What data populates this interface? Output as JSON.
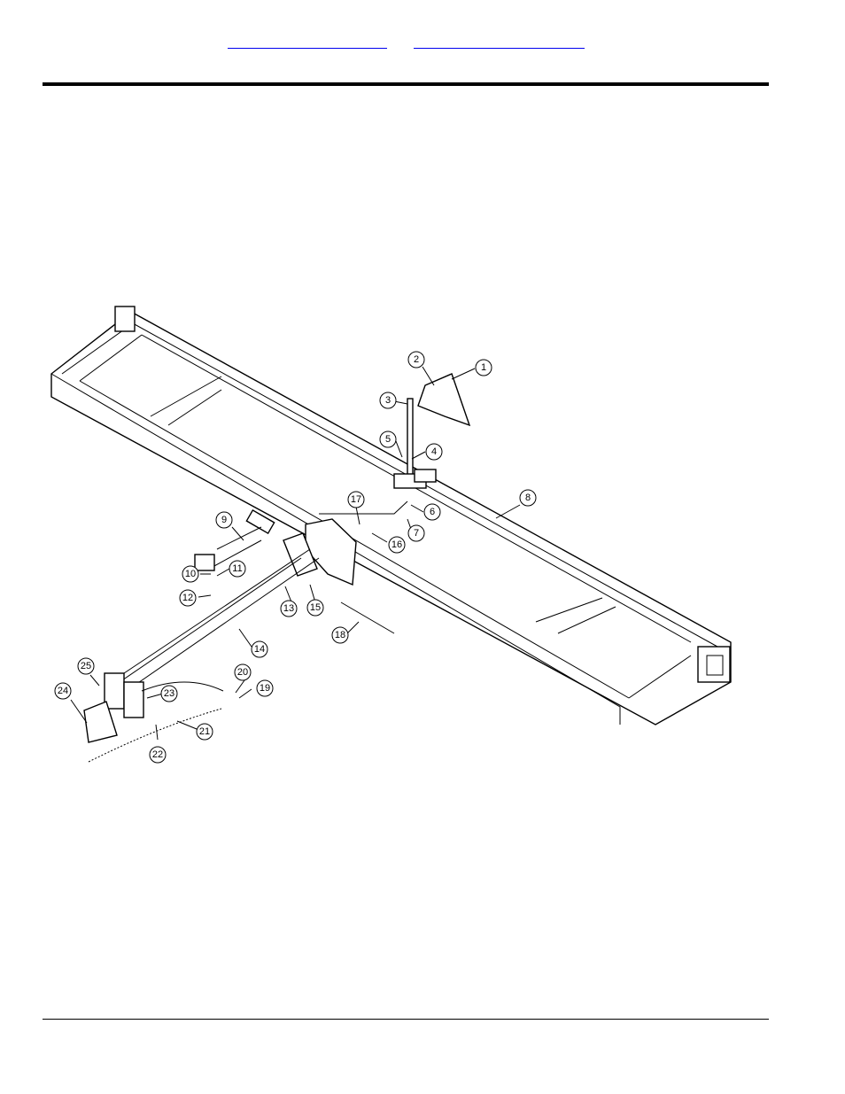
{
  "header": {
    "links": [
      {
        "label": ""
      },
      {
        "label": ""
      }
    ]
  },
  "callouts": [
    {
      "id": "c1",
      "label": "1"
    },
    {
      "id": "c2",
      "label": "2"
    },
    {
      "id": "c3",
      "label": "3"
    },
    {
      "id": "c4",
      "label": "4"
    },
    {
      "id": "c5",
      "label": "5"
    },
    {
      "id": "c6",
      "label": "6"
    },
    {
      "id": "c7",
      "label": "7"
    },
    {
      "id": "c8",
      "label": "8"
    },
    {
      "id": "c9",
      "label": "9"
    },
    {
      "id": "c10",
      "label": "10"
    },
    {
      "id": "c11",
      "label": "11"
    },
    {
      "id": "c12",
      "label": "12"
    },
    {
      "id": "c13",
      "label": "13"
    },
    {
      "id": "c14",
      "label": "14"
    },
    {
      "id": "c15",
      "label": "15"
    },
    {
      "id": "c16",
      "label": "16"
    },
    {
      "id": "c17",
      "label": "17"
    },
    {
      "id": "c18",
      "label": "18"
    },
    {
      "id": "c19",
      "label": "19"
    },
    {
      "id": "c20",
      "label": "20"
    },
    {
      "id": "c21",
      "label": "21"
    },
    {
      "id": "c22",
      "label": "22"
    },
    {
      "id": "c23",
      "label": "23"
    },
    {
      "id": "c24",
      "label": "24"
    },
    {
      "id": "c25",
      "label": "25"
    }
  ]
}
